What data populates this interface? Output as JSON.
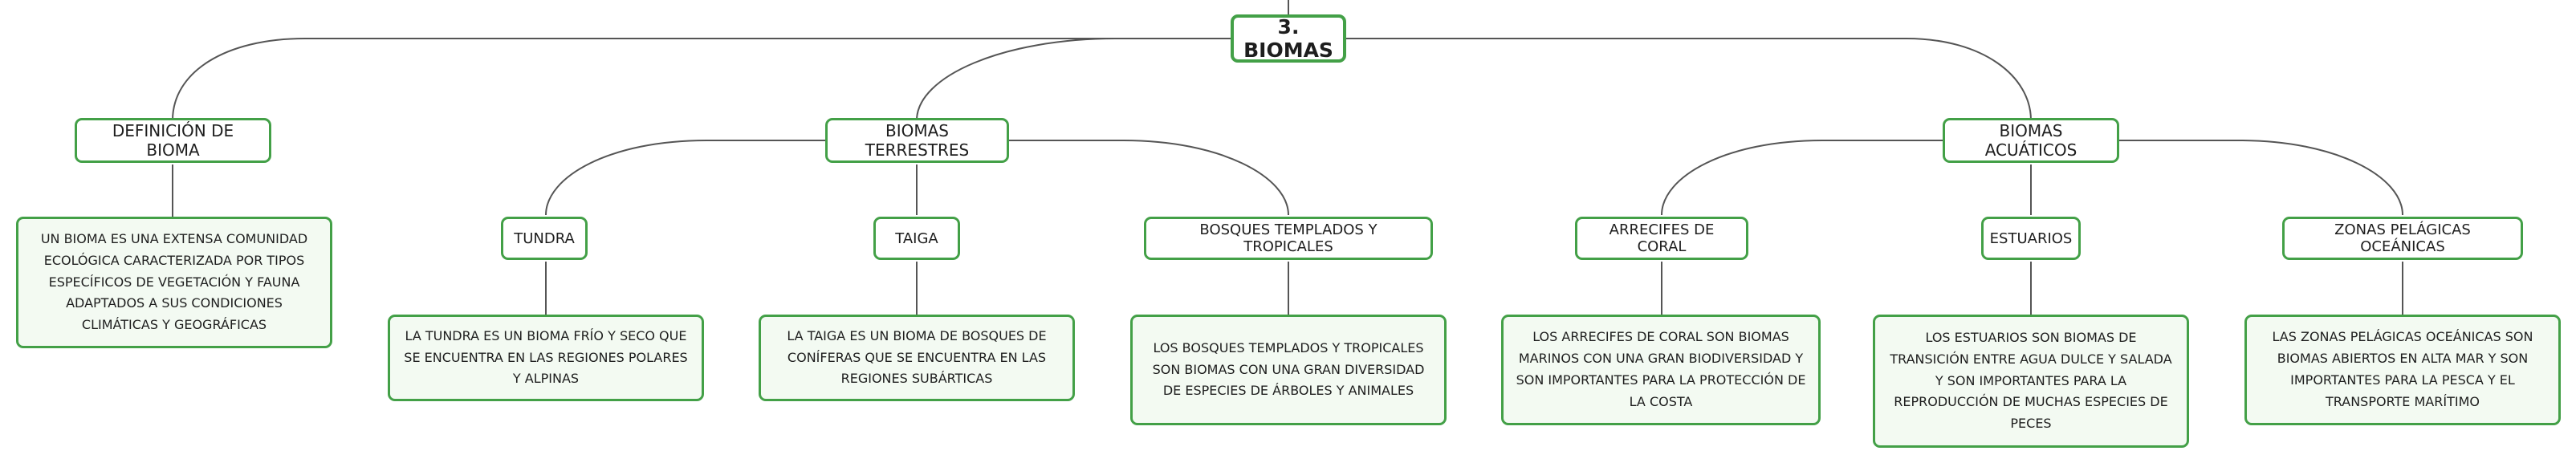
{
  "root": "3. BIOMAS",
  "branches": {
    "definicion": {
      "title": "DEFINICIÓN DE BIOMA",
      "description": "UN BIOMA ES UNA EXTENSA COMUNIDAD ECOLÓGICA CARACTERIZADA POR TIPOS ESPECÍFICOS DE VEGETACIÓN Y FAUNA ADAPTADOS A SUS CONDICIONES CLIMÁTICAS Y GEOGRÁFICAS"
    },
    "terrestres": {
      "title": "BIOMAS TERRESTRES",
      "tundra": {
        "title": "TUNDRA",
        "description": "LA TUNDRA ES UN BIOMA FRÍO Y SECO QUE SE ENCUENTRA EN LAS REGIONES POLARES Y ALPINAS"
      },
      "taiga": {
        "title": "TAIGA",
        "description": "LA TAIGA ES UN BIOMA DE BOSQUES DE CONÍFERAS QUE SE ENCUENTRA EN LAS REGIONES SUBÁRTICAS"
      },
      "bosques": {
        "title": "BOSQUES TEMPLADOS Y TROPICALES",
        "description": "LOS BOSQUES TEMPLADOS Y TROPICALES SON BIOMAS CON UNA GRAN DIVERSIDAD DE ESPECIES DE ÁRBOLES Y ANIMALES"
      }
    },
    "acuaticos": {
      "title": "BIOMAS ACUÁTICOS",
      "arrecifes": {
        "title": "ARRECIFES DE CORAL",
        "description": "LOS ARRECIFES DE CORAL SON BIOMAS MARINOS CON UNA GRAN BIODIVERSIDAD Y SON IMPORTANTES PARA LA PROTECCIÓN DE LA COSTA"
      },
      "estuarios": {
        "title": "ESTUARIOS",
        "description": "LOS ESTUARIOS SON BIOMAS DE TRANSICIÓN ENTRE AGUA DULCE Y SALADA Y SON IMPORTANTES PARA LA REPRODUCCIÓN DE MUCHAS ESPECIES DE PECES"
      },
      "pelagicas": {
        "title": "ZONAS PELÁGICAS OCEÁNICAS",
        "description": "LAS ZONAS PELÁGICAS OCEÁNICAS SON BIOMAS ABIERTOS EN ALTA MAR Y SON IMPORTANTES PARA LA PESCA Y EL TRANSPORTE MARÍTIMO"
      }
    }
  },
  "colors": {
    "border": "#43a047",
    "leaf_fill": "#f3faf2",
    "line": "#555555"
  }
}
